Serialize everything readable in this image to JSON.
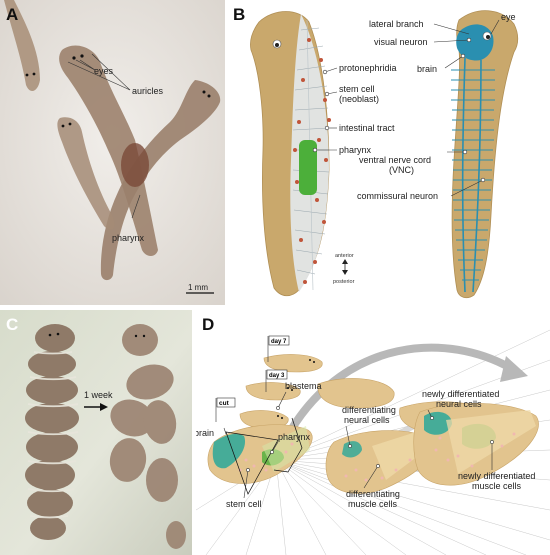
{
  "panels": {
    "a": {
      "letter": "A",
      "labels": {
        "eyes": "eyes",
        "auricles": "auricles",
        "pharynx": "pharynx"
      },
      "scale_bar": "1 mm"
    },
    "b": {
      "letter": "B",
      "left_labels": {
        "protonephridia": "protonephridia",
        "stem_cell": "stem cell",
        "neoblast": "(neoblast)",
        "intestinal_tract": "intestinal tract",
        "pharynx": "pharynx"
      },
      "right_labels": {
        "lateral_branch": "lateral branch",
        "visual_neuron": "visual neuron",
        "eye": "eye",
        "brain": "brain",
        "vnc": "ventral nerve cord",
        "vnc_abbr": "(VNC)",
        "commissural_neuron": "commissural neuron"
      },
      "axis": {
        "anterior": "anterior",
        "posterior": "posterior"
      }
    },
    "c": {
      "letter": "C",
      "arrow_label": "1 week"
    },
    "d": {
      "letter": "D",
      "tags": {
        "cut": "cut",
        "day3": "day 3",
        "day7": "day 7"
      },
      "labels": {
        "blastema": "blastema",
        "brain": "brain",
        "pharynx": "pharynx",
        "stem_cell": "stem cell",
        "diff_neural_1": "differentiating",
        "diff_neural_2": "neural cells",
        "diff_muscle_1": "differentiating",
        "diff_muscle_2": "muscle cells",
        "new_neural_1": "newly differentiated",
        "new_neural_2": "neural cells",
        "new_muscle_1": "newly differentiated",
        "new_muscle_2": "muscle cells"
      }
    }
  },
  "colors": {
    "body_tan": "#c9a86c",
    "nerve_blue": "#2a8fb0",
    "pharynx_green": "#4caf3a",
    "stem_red": "#c0553a",
    "neural_teal": "#2aa89a"
  }
}
